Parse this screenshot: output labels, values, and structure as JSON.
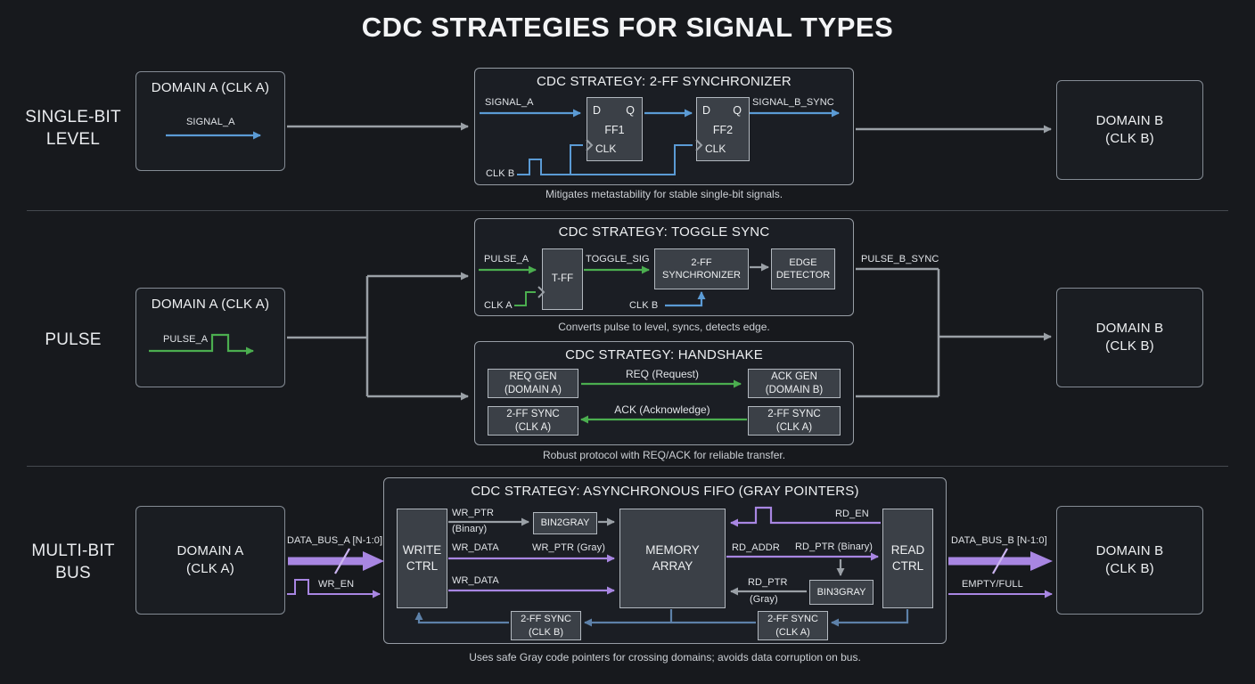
{
  "title": "CDC STRATEGIES FOR SIGNAL TYPES",
  "colors": {
    "background": "#17191d",
    "blue": "#5b9bd5",
    "green": "#4bae4f",
    "purple": "#a886e2",
    "gray": "#9aa0a6",
    "steel": "#5d81a9"
  },
  "row1": {
    "label1": "SINGLE-BIT",
    "label2": "LEVEL",
    "domain_a": {
      "title": "DOMAIN A (CLK A)",
      "signal": "SIGNAL_A"
    },
    "strategy": {
      "title": "CDC STRATEGY: 2-FF SYNCHRONIZER",
      "sig_in": "SIGNAL_A",
      "sig_out": "SIGNAL_B_SYNC",
      "clk": "CLK B",
      "ff1": {
        "d": "D",
        "q": "Q",
        "name": "FF1",
        "clk": "CLK"
      },
      "ff2": {
        "d": "D",
        "q": "Q",
        "name": "FF2",
        "clk": "CLK"
      },
      "caption": "Mitigates metastability for stable single-bit signals."
    },
    "domain_b": {
      "line1": "DOMAIN B",
      "line2": "(CLK B)"
    }
  },
  "row2": {
    "label1": "PULSE",
    "domain_a": {
      "title": "DOMAIN A (CLK A)",
      "signal": "PULSE_A"
    },
    "toggle": {
      "title": "CDC STRATEGY: TOGGLE SYNC",
      "pulse_in": "PULSE_A",
      "tff": "T-FF",
      "toggle_sig": "TOGGLE_SIG",
      "sync1": "2-FF",
      "sync2": "SYNCHRONIZER",
      "edge1": "EDGE",
      "edge2": "DETECTOR",
      "clk_a": "CLK A",
      "clk_b": "CLK B",
      "out": "PULSE_B_SYNC",
      "caption": "Converts pulse to level, syncs, detects edge."
    },
    "handshake": {
      "title": "CDC STRATEGY: HANDSHAKE",
      "req_gen1": "REQ GEN",
      "req_gen2": "(DOMAIN A)",
      "ack_gen1": "ACK GEN",
      "ack_gen2": "(DOMAIN B)",
      "sync_l1": "2-FF SYNC",
      "sync_l2": "(CLK A)",
      "sync_r1": "2-FF SYNC",
      "sync_r2": "(CLK A)",
      "req": "REQ (Request)",
      "ack": "ACK (Acknowledge)",
      "caption": "Robust protocol with REQ/ACK for reliable transfer."
    },
    "domain_b": {
      "line1": "DOMAIN B",
      "line2": "(CLK B)"
    }
  },
  "row3": {
    "label1": "MULTI-BIT",
    "label2": "BUS",
    "domain_a": {
      "line1": "DOMAIN A",
      "line2": "(CLK A)"
    },
    "bus_in": "DATA_BUS_A [N-1:0]",
    "wr_en": "WR_EN",
    "fifo": {
      "title": "CDC STRATEGY: ASYNCHRONOUS FIFO (GRAY POINTERS)",
      "write1": "WRITE",
      "write2": "CTRL",
      "mem1": "MEMORY",
      "mem2": "ARRAY",
      "read1": "READ",
      "read2": "CTRL",
      "bin2gray": "BIN2GRAY",
      "bin3gray": "BIN3GRAY",
      "sync_b1": "2-FF SYNC",
      "sync_b2": "(CLK B)",
      "sync_a1": "2-FF SYNC",
      "sync_a2": "(CLK A)",
      "wr_ptr": "WR_PTR",
      "wr_ptr_bin": "(Binary)",
      "wr_data1": "WR_DATA",
      "wr_ptr_gray": "WR_PTR (Gray)",
      "wr_data2": "WR_DATA",
      "rd_en": "RD_EN",
      "rd_addr": "RD_ADDR",
      "rd_ptr_bin": "RD_PTR (Binary)",
      "rd_ptr": "RD_PTR",
      "rd_gray": "(Gray)",
      "caption": "Uses safe Gray code pointers for crossing domains; avoids data corruption on bus."
    },
    "bus_out": "DATA_BUS_B [N-1:0]",
    "empty_full": "EMPTY/FULL",
    "domain_b": {
      "line1": "DOMAIN B",
      "line2": "(CLK B)"
    }
  }
}
